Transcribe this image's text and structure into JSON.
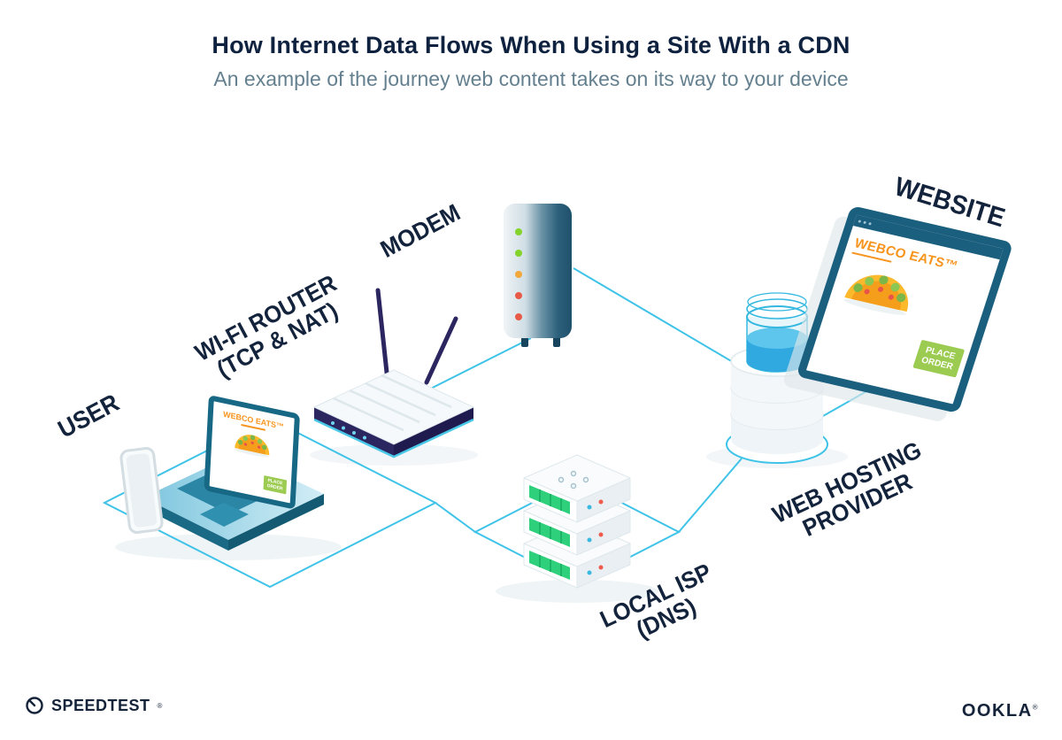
{
  "header": {
    "title": "How Internet Data Flows When Using a Site With a CDN",
    "subtitle": "An example of the journey web content takes on its way to your device"
  },
  "nodes": {
    "user": {
      "label": "USER"
    },
    "wifi_router": {
      "label_line1": "WI-FI ROUTER",
      "label_line2": "(TCP & NAT)"
    },
    "modem": {
      "label": "MODEM"
    },
    "website": {
      "label": "WEBSITE"
    },
    "web_hosting": {
      "label_line1": "WEB HOSTING",
      "label_line2": "PROVIDER"
    },
    "local_isp": {
      "label_line1": "LOCAL ISP",
      "label_line2": "(DNS)"
    }
  },
  "website_window": {
    "brand": "WEBCO EATS™",
    "order_line1": "PLACE",
    "order_line2": "ORDER"
  },
  "laptop_screen": {
    "brand": "WEBCO EATS™",
    "order": "PLACE ORDER"
  },
  "footer": {
    "speedtest": "SPEEDTEST",
    "speedtest_mark": "®",
    "ookla": "OOKLA",
    "ookla_mark": "®"
  },
  "colors": {
    "connection_line": "#3fc3e8",
    "label_navy": "#13233c",
    "frame_teal": "#1b5f7e",
    "brand_orange": "#f7941d",
    "button_green": "#9ccb52",
    "subtitle_gray": "#64808f",
    "led_green": "#84d32b",
    "led_orange": "#f2a73b",
    "led_red": "#e85a48"
  }
}
